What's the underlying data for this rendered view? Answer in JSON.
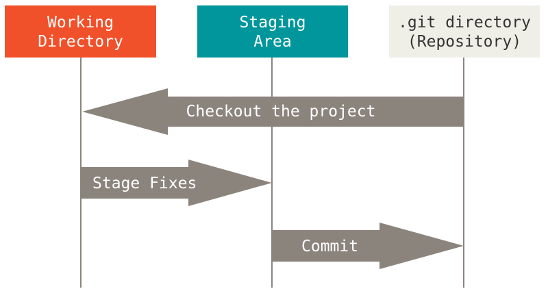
{
  "colors": {
    "background": "#ffffff",
    "working_directory": "#f0502a",
    "staging_area": "#00969b",
    "repository": "#f0efe7",
    "lifeline": "#8b847d",
    "arrow": "#8b847d",
    "light_text": "#ffffff",
    "dark_text": "#333333"
  },
  "lanes": {
    "working_directory": {
      "line1": "Working",
      "line2": "Directory"
    },
    "staging_area": {
      "line1": "Staging",
      "line2": "Area"
    },
    "repository": {
      "line1": ".git directory",
      "line2": "(Repository)"
    }
  },
  "arrows": {
    "checkout": {
      "label": "Checkout the project",
      "from": "repository",
      "to": "working_directory"
    },
    "stage": {
      "label": "Stage Fixes",
      "from": "working_directory",
      "to": "staging_area"
    },
    "commit": {
      "label": "Commit",
      "from": "staging_area",
      "to": "repository"
    }
  }
}
